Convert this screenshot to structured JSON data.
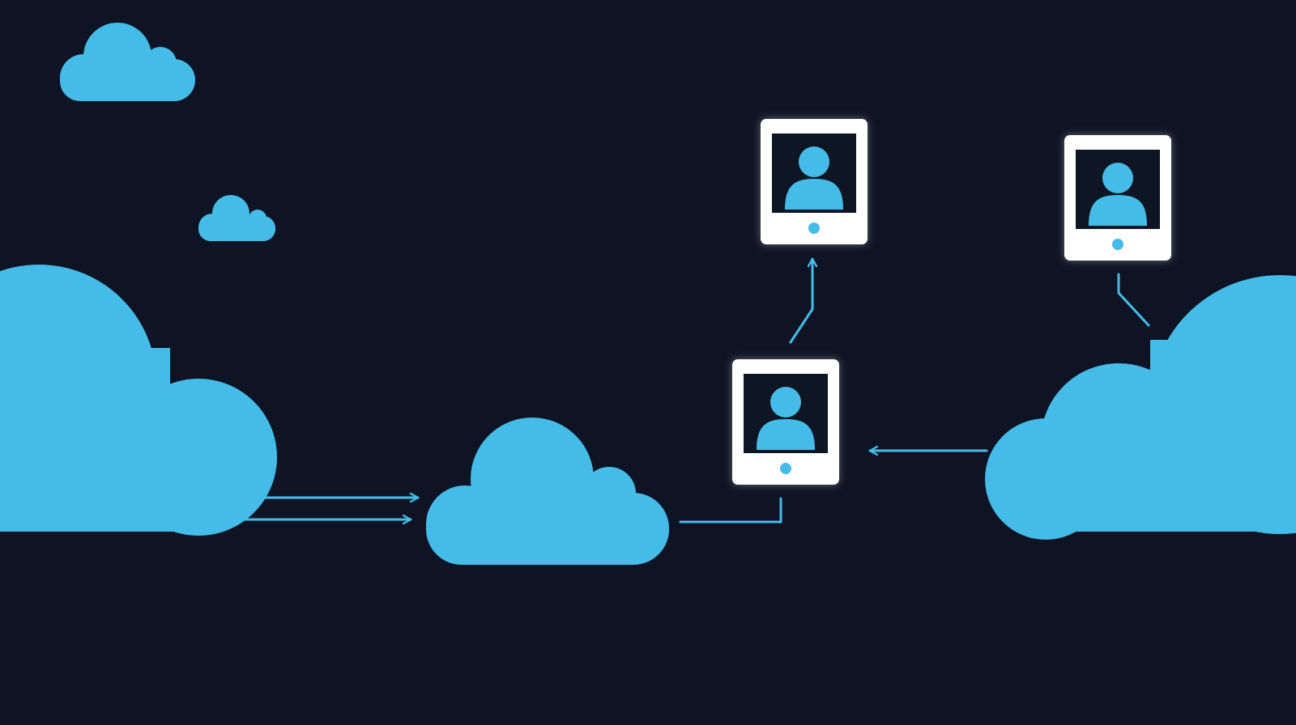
{
  "diagram": {
    "background_color": "#0e1424",
    "cloud_color": "#45bce8",
    "connector_color": "#45bce8",
    "tablet_frame_color": "#ffffff",
    "tablet_screen_color": "#0e1424",
    "node_icon": "tablet-user-icon",
    "cloud_icon": "cloud-icon",
    "clouds": [
      {
        "name": "cloud-small-top-left",
        "size": "small"
      },
      {
        "name": "cloud-tiny-top-left",
        "size": "tiny"
      },
      {
        "name": "cloud-large-left",
        "size": "large"
      },
      {
        "name": "cloud-center",
        "size": "medium"
      },
      {
        "name": "cloud-large-right",
        "size": "large"
      }
    ],
    "devices": [
      {
        "name": "tablet-top-center",
        "icon": "user-icon"
      },
      {
        "name": "tablet-top-right",
        "icon": "user-icon"
      },
      {
        "name": "tablet-middle",
        "icon": "user-icon"
      }
    ],
    "connections": [
      {
        "from": "cloud-large-left",
        "to": "cloud-center",
        "arrow": "end"
      },
      {
        "from": "cloud-large-left",
        "to": "cloud-center",
        "arrow": "end"
      },
      {
        "from": "cloud-center",
        "to": "tablet-middle",
        "arrow": "none"
      },
      {
        "from": "tablet-middle",
        "to": "tablet-top-center",
        "arrow": "end"
      },
      {
        "from": "cloud-large-right",
        "to": "tablet-middle",
        "arrow": "end"
      },
      {
        "from": "tablet-top-right",
        "to": "cloud-large-right",
        "arrow": "none"
      }
    ]
  }
}
